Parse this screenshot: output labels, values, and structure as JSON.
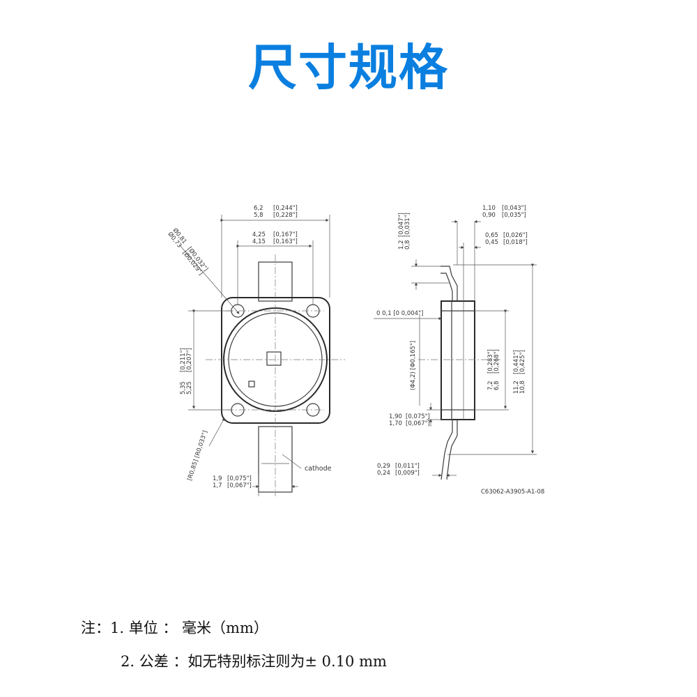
{
  "title": "尺寸规格",
  "drawing": {
    "front": {
      "width_dim": {
        "max": "6,2",
        "min": "5,8",
        "max_in": "0,244\"",
        "min_in": "0,228\""
      },
      "inner_dim": {
        "max": "4,25",
        "min": "4,15",
        "max_in": "0,167\"",
        "min_in": "0,163\""
      },
      "hole_dim": {
        "max": "Ø0,81",
        "min": "Ø0,73",
        "max_in": "Ø0,032\"",
        "min_in": "Ø0,029\""
      },
      "height_dim": {
        "max": "5,35",
        "min": "5,25",
        "max_in": "0,211\"",
        "min_in": "0,207\""
      },
      "radius_dim": "[R0,85] [R0,033\"]",
      "lead_dim": {
        "max": "1,9",
        "min": "1,7",
        "max_in": "0,075\"",
        "min_in": "0,067\""
      },
      "cathode_label": "cathode"
    },
    "side": {
      "top_dim": {
        "max": "1,10",
        "min": "0,90",
        "max_in": "0,043\"",
        "min_in": "0,035\""
      },
      "mid_dim": {
        "max": "0,65",
        "min": "0,45",
        "max_in": "0,026\"",
        "min_in": "0,018\""
      },
      "lead_h_dim": {
        "max": "1,2",
        "min": "0,8",
        "max_in": "0,047\"",
        "min_in": "0,031\""
      },
      "flat_dim": "0  0,1 [0  0,004\"]",
      "lens_dim": "(Φ4,2) [Φ0,165\"]",
      "body_dim": {
        "max": "7,2",
        "min": "6,8",
        "max_in": "0,283\"",
        "min_in": "0,268\""
      },
      "total_dim": {
        "max": "11,2",
        "min": "10,8",
        "max_in": "0,441\"",
        "min_in": "0,425\""
      },
      "step_dim": {
        "max": "1,90",
        "min": "1,70",
        "max_in": "0,075\"",
        "min_in": "0,067\""
      },
      "lead_t_dim": {
        "max": "0,29",
        "min": "0,24",
        "max_in": "0,011\"",
        "min_in": "0,009\""
      },
      "drawing_code": "C63062-A3905-A1-08"
    }
  },
  "notes": {
    "line1": "注：1. 单位 ： 毫米（mm）",
    "line2": "2. 公差 ：如无特别标注则为± 0.10 mm"
  }
}
